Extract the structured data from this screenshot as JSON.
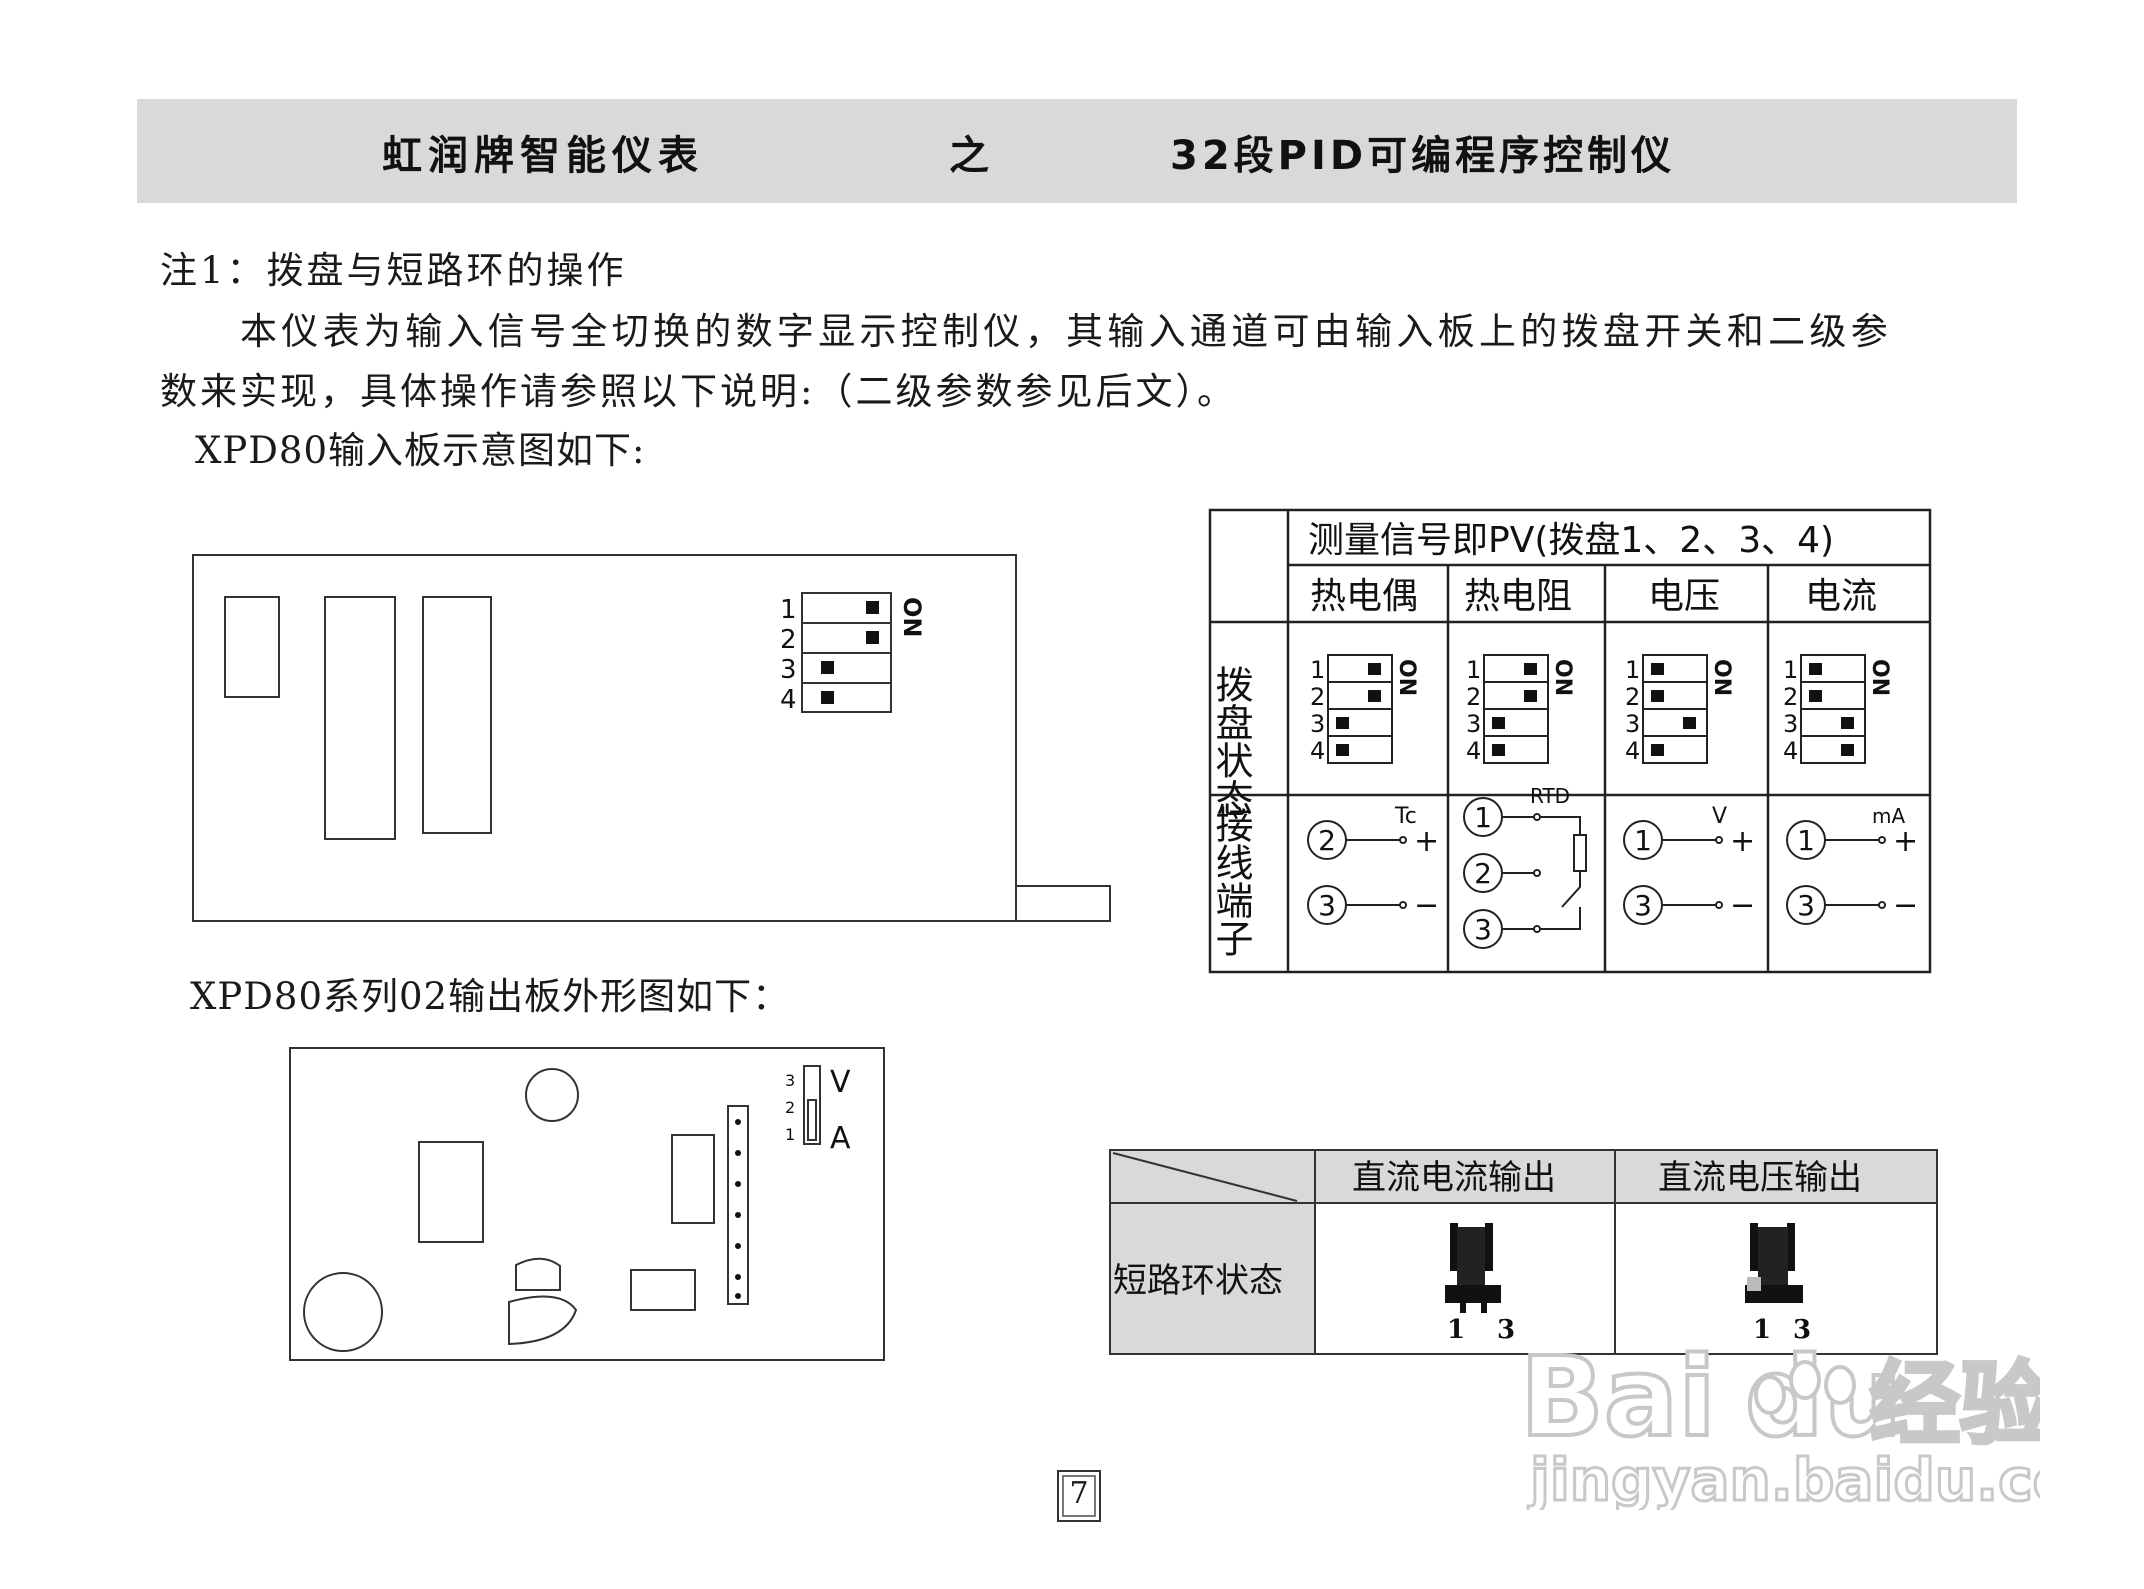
{
  "header": {
    "brand": "虹润牌智能仪表",
    "connector": "之",
    "product": "32段PID可编程序控制仪"
  },
  "note": {
    "title": "注1：拨盘与短路环的操作",
    "para_line1": "本仪表为输入信号全切换的数字显示控制仪，其输入通道可由输入板上的拨盘开关和二级参",
    "para_line2": "数来实现，具体操作请参照以下说明:（二级参数参见后文）。",
    "input_caption": "XPD80输入板示意图如下:",
    "output_caption": "XPD80系列02输出板外形图如下："
  },
  "input_board": {
    "dip_numbers": [
      "1",
      "2",
      "3",
      "4"
    ],
    "on_label": "ON"
  },
  "signal_table": {
    "header": "测量信号即PV(拨盘1、2、3、4)",
    "columns": [
      "热电偶",
      "热电阻",
      "电压",
      "电流"
    ],
    "row_dip_label": "拨盘状态",
    "row_terminal_label": "接线端子",
    "dip_numbers": [
      "1",
      "2",
      "3",
      "4"
    ],
    "on_label": "ON",
    "terminal_tags": [
      "Tc",
      "RTD",
      "V",
      "mA"
    ],
    "terminal_numbers": {
      "tc": [
        "②",
        "③"
      ],
      "rtd": [
        "①",
        "②",
        "③"
      ],
      "v": [
        "①",
        "③"
      ],
      "ma": [
        "①",
        "③"
      ]
    },
    "plus": "+",
    "minus": "−"
  },
  "output_board": {
    "jumper_numbers": [
      "3",
      "2",
      "1"
    ],
    "label_v": "V",
    "label_a": "A"
  },
  "short_table": {
    "columns": [
      "直流电流输出",
      "直流电压输出"
    ],
    "row_label": "短路环状态",
    "pins": [
      "1",
      "3"
    ]
  },
  "page_number": "7",
  "watermark": {
    "brand": "Bai",
    "brand2": "du",
    "cn": "经验",
    "url": "jingyan.baidu.com"
  }
}
